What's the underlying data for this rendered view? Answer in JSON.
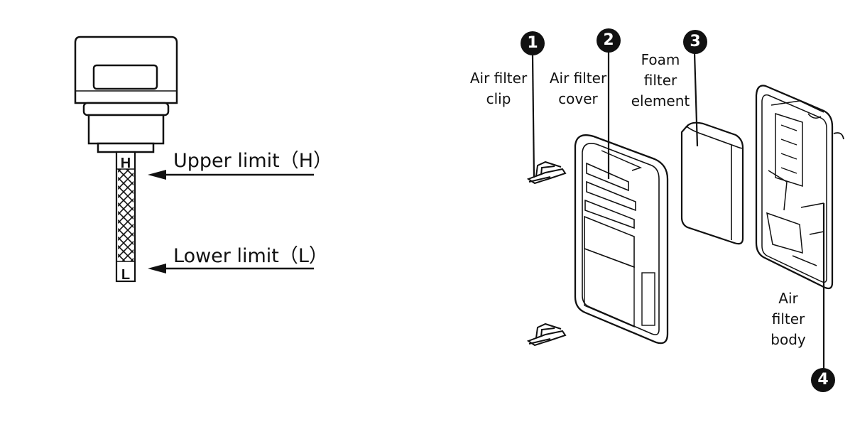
{
  "dipstick": {
    "upper_label": "Upper limit（H）",
    "lower_label": "Lower limit（L）",
    "mark_h": "H",
    "mark_l": "L"
  },
  "parts": [
    {
      "number": "1",
      "label": "Air filter\nclip"
    },
    {
      "number": "2",
      "label": "Air filter\ncover"
    },
    {
      "number": "3",
      "label": "Foam\nfilter\nelement"
    },
    {
      "number": "4",
      "label": "Air\nfilter\nbody"
    }
  ]
}
